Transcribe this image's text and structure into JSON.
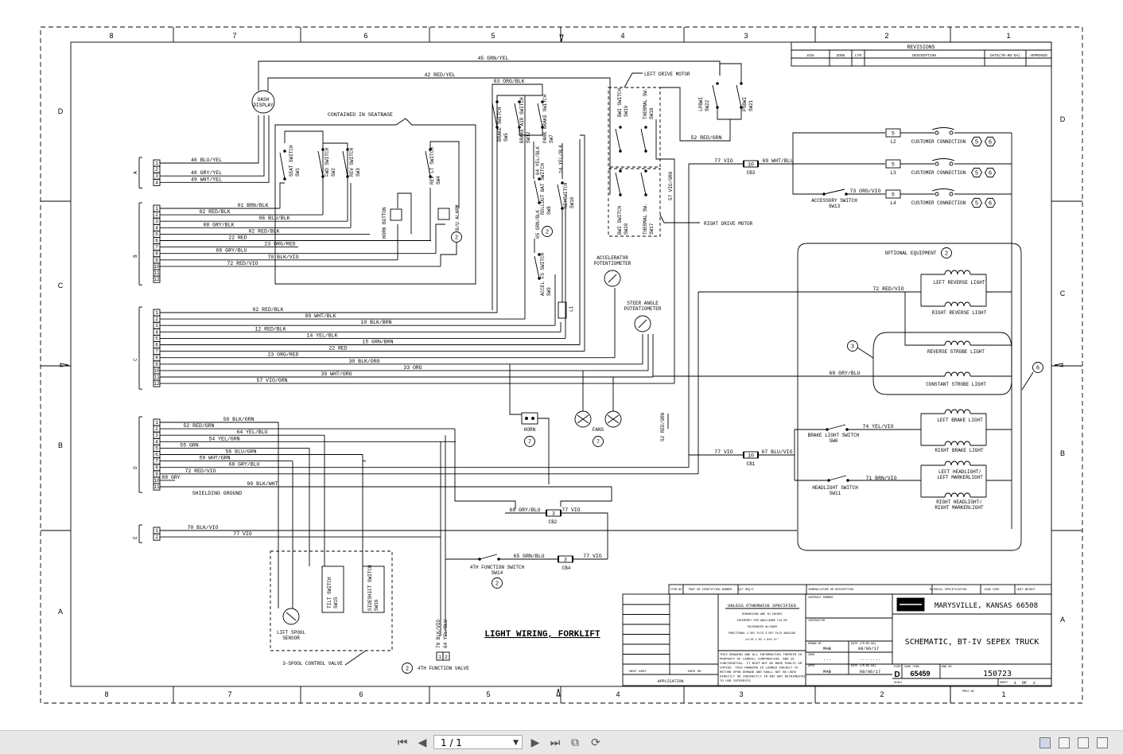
{
  "diagram": {
    "col_labels": [
      "8",
      "7",
      "6",
      "5",
      "4",
      "3",
      "2",
      "1"
    ],
    "row_labels": [
      "D",
      "C",
      "B",
      "A"
    ],
    "revisions": {
      "title": "REVISIONS",
      "headers": [
        "ECN",
        "ZONE",
        "LTR",
        "DESCRIPTION",
        "DATE(YR-MO-DA)",
        "APPROVED"
      ]
    },
    "connector_letters": [
      "A",
      "B",
      "C",
      "D",
      "E"
    ],
    "wires": {
      "a": [
        "46 BLU/YEL",
        "48 GRY/YEL",
        "49 WHT/YEL"
      ],
      "b": [
        "01 BRN/BLK",
        "02 RED/BLK",
        "06 BLU/BLK",
        "08 GRY/BLK",
        "02 RED/BLK",
        "22 RED",
        "23 ORG/RED",
        "68 GRY/BLU",
        "70 BLK/VIO",
        "72 RED/VIO"
      ],
      "c": [
        "02 RED/BLK",
        "09 WHT/BLK",
        "10 BLK/BRN",
        "12 RED/BLK",
        "14 YEL/BLK",
        "15 GRN/BRN",
        "22 RED",
        "23 ORG/RED",
        "30 BLK/ORG",
        "33 ORG",
        "39 WHT/ORG",
        "57 VIO/GRN"
      ],
      "d": [
        "50 BLK/GRN",
        "52 RED/GRN",
        "64 YEL/BLU",
        "54 YEL/GRN",
        "55 GRN",
        "56 BLU/GRN",
        "59 WHT/GRN",
        "68 GRY/BLU",
        "72 RED/VIO",
        "88 GRY",
        "90 BLK/WHT"
      ],
      "e": [
        "70 BLK/VIO",
        "77 VIO"
      ],
      "top": [
        "45 GRN/YEL",
        "42 RED/YEL",
        "03 ORG/BLK"
      ],
      "shielding": "SHIELDING GROUND",
      "misc": {
        "w52": "52 RED/GRN",
        "w77a": "77 VIO",
        "w69": "69 WHT/BLU",
        "w73": "73 ORG/VIO",
        "w72": "72 RED/VIO",
        "w68": "68 GRY/BLU",
        "w74": "74 YEL/VIO",
        "w77b": "77 VIO",
        "w67": "67 BLU/VIO",
        "w71": "71 BRN/VIO",
        "w68b": "68 GRY/BLU",
        "w77c": "77 VIO",
        "w65": "65 GRN/BLU",
        "w77d": "77 VIO",
        "w57": "57 VIO/GRN",
        "w52v": "52 RED/GRN",
        "w70v": "70 BLK/VIO",
        "w64v": "64 YEL/BLU",
        "w04": "04 YEL/BLK",
        "w14": "14 YEL/BLK",
        "w05": "05 GRN/BLK"
      }
    },
    "labels": {
      "dash": [
        "DASH",
        "DISPLAY"
      ],
      "seatbase": "CONTAINED IN SEATBASE",
      "seat": [
        "SEAT SWITCH",
        "SW1"
      ],
      "fwd": [
        "FWD SWITCH",
        "SW2"
      ],
      "rev": [
        "REV SWITCH",
        "SW3"
      ],
      "revlt": [
        "REV LT SWITCH",
        "SW4"
      ],
      "horn_btn": "HORN BUTTON",
      "bu_alarm": "B/U ALARM",
      "brake": [
        "BRAKE SWITCH",
        "SW5"
      ],
      "brake_air": [
        "BRAKE AIR SWITCH",
        "SW12"
      ],
      "park": [
        "PARK BRAKE SWITCH",
        "SW7"
      ],
      "rollout": [
        "ROLLOUT BAT SWITCH",
        "SW8"
      ],
      "key": [
        "KEYSWITCH",
        "SW10"
      ],
      "accel_fs": [
        "ACCEL FS SWITCH",
        "SW9"
      ],
      "l1": "L1",
      "left_drive": "LEFT DRIVE MOTOR",
      "right_drive": "RIGHT DRIVE MOTOR",
      "bwi19": [
        "BWI SWITCH",
        "SW19"
      ],
      "therm18": [
        "THERMAL SW.",
        "SW18"
      ],
      "bwi20": [
        "BWI SWITCH",
        "SW20"
      ],
      "therm17": [
        "THERMAL SW.",
        "SW17"
      ],
      "lp22": [
        "LPBWI",
        "SW22"
      ],
      "ps21": [
        "PSBWI",
        "SW21"
      ],
      "accel_pot": [
        "ACCELERATOR",
        "POTENTIOMETER"
      ],
      "steer_pot": [
        "STEER ANGLE",
        "POTENTIOMETER"
      ],
      "horn": "HORN",
      "fans": "FANS",
      "cb1": "CB1",
      "cb2": "CB2",
      "cb3": "CB3",
      "cb4": "CB4",
      "cb_10": "10",
      "cb_3": "3",
      "l2": "L2",
      "l3": "L3",
      "l4": "L4",
      "fuse5": "5",
      "cust": "CUSTOMER CONNECTION",
      "acc_sw": [
        "ACCESSORY SWITCH",
        "SW13"
      ],
      "opt": "OPTIONAL EQUIPMENT",
      "lrev": "LEFT REVERSE LIGHT",
      "rrev": "RIGHT REVERSE LIGHT",
      "strobe": "REVERSE STROBE LIGHT",
      "cstrobe": "CONSTANT STROBE LIGHT",
      "brake_lt_sw": [
        "BRAKE LIGHT SWITCH",
        "SW6"
      ],
      "head_sw": [
        "HEADLIGHT SWITCH",
        "SW11"
      ],
      "lbrake": "LEFT BRAKE LIGHT",
      "rbrake": "RIGHT BRAKE LIGHT",
      "lhead": [
        "LEFT HEADLIGHT/",
        "LEFT MARKERLIGHT"
      ],
      "rhead": [
        "RIGHT HEADLIGHT/",
        "RIGHT MARKERLIGHT"
      ],
      "fourth_sw": [
        "4TH FUNCTION SWITCH",
        "SW14"
      ],
      "tilt": [
        "TILT SWITCH",
        "SW15"
      ],
      "sideshift": [
        "SIDESHIFT SWITCH",
        "SW16"
      ],
      "lift_spool": [
        "LIFT SPOOL",
        "SENSOR"
      ],
      "valve3": "3-SPOOL CONTROL VALVE",
      "fourth_valve": "4TH FUNCTION VALVE",
      "diagram_title": "LIGHT WIRING, FORKLIFT",
      "notes": {
        "n2": "2",
        "n3": "3",
        "n5": "5",
        "n6": "6",
        "n7": "7"
      },
      "term": {
        "t11": "11",
        "t12": "12",
        "t01": "1",
        "t02": "2"
      }
    },
    "title_block": {
      "tolerance": "UNLESS OTHERWISE SPECIFIED",
      "tol_lines": [
        "DIMENSIONS ARE IN INCHES",
        "INTERPRET PER ANSI/ASME Y14.5M",
        "TOLERANCES ALLOWED",
        "FRACTIONAL  2 DEC PLCS  3 DEC PLCS  ANGULAR",
        "±1/16   ±.03   ±.010   ±1°"
      ],
      "conf": [
        "THIS DRAWING AND ALL INFORMATION THEREIN IS",
        "PROPERTY OF LANDOLL CORPORATION, AND IS",
        "CONFIDENTIAL. IT MUST NOT BE MADE PUBLIC OR",
        "COPIED. THIS DRAWING IS LOANED SUBJECT TO",
        "RETURN UPON DEMAND AND SHALL NOT BE USED",
        "DIRECTLY OR INDIRECTLY IN ANY WAY DETRIMENTAL",
        "TO OUR INTERESTS."
      ],
      "item": "ITEM NO",
      "part": "PART OR IDENTIFYING NUMBER",
      "qty": "QTY REQ'D",
      "nomen": "NOMENCLATURE OR DESCRIPTION",
      "material": "MATERIAL SPECIFICATION",
      "cage": "CAGE CODE",
      "unit_wt": "UNIT WEIGHT",
      "contract": "CONTRACT NUMBER",
      "contractor": "CONTRACTOR",
      "drawn": "DRAWN BY",
      "chkd": "CHKD",
      "appd": "APPD",
      "mab": "MAB",
      "dots": "...",
      "date_hdr": "DATE (YR-MO-DA)",
      "date1": "08/06/17",
      "date2": "........",
      "date3": "08/06/17",
      "next_assy": "NEXT ASSY",
      "used_on": "USED ON",
      "application": "APPLICATION",
      "company": "MARYSVILLE, KANSAS  66508",
      "title": "SCHEMATIC, BT-IV SEPEX TRUCK",
      "size": "D",
      "size_hdr": "SIZE",
      "cage_hdr": "CAGE CODE",
      "cage_code": "65459",
      "dwg_hdr": "DWG NO",
      "dwg_no": "150723",
      "scale": "SCALE",
      "sheet": "SHEET",
      "sheet_no": "1",
      "of": "OF",
      "of_no": "1",
      "project": "PROJ NO"
    }
  },
  "viewer": {
    "page": "1 / 1",
    "icons": [
      "first-page-icon",
      "prev-page-icon",
      "next-page-icon",
      "last-page-icon",
      "fit-page-icon",
      "rotate-icon"
    ]
  }
}
